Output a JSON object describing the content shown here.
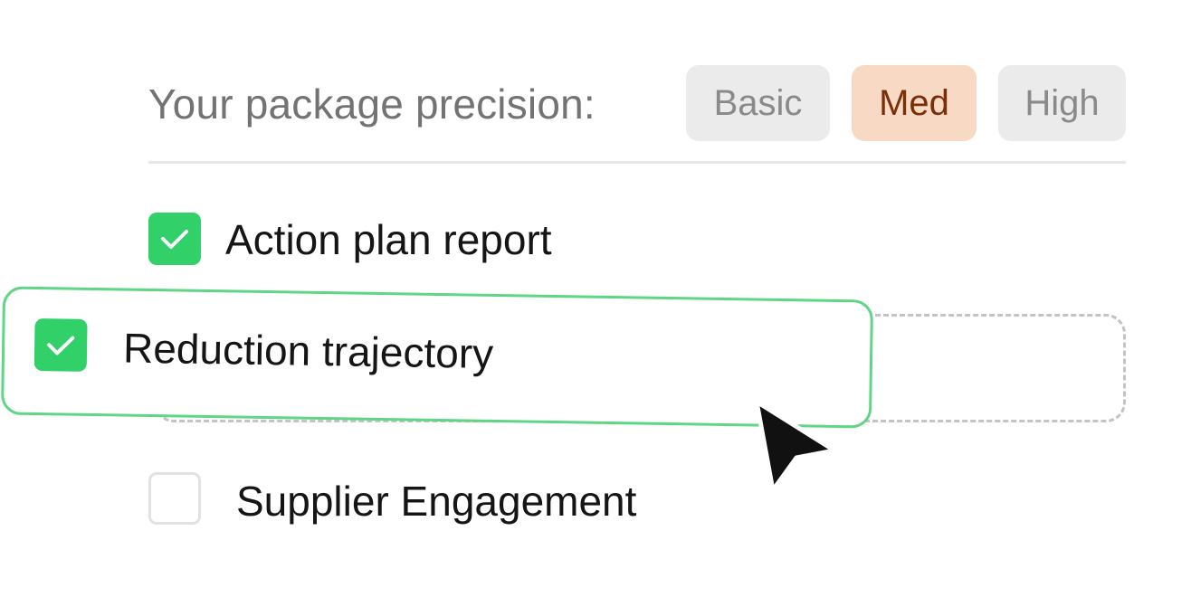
{
  "precision": {
    "label": "Your package precision:",
    "options": [
      {
        "label": "Basic",
        "selected": false
      },
      {
        "label": "Med",
        "selected": true
      },
      {
        "label": "High",
        "selected": false
      }
    ],
    "selected_color": "#f8dac4",
    "selected_text_color": "#7a2e0a"
  },
  "items": [
    {
      "label": "Action plan report",
      "checked": true
    },
    {
      "label": "Reduction trajectory",
      "checked": true,
      "state": "dragging"
    },
    {
      "label": "Supplier Engagement",
      "checked": false
    }
  ],
  "colors": {
    "check_green": "#31d069",
    "drag_border": "#5fd585"
  },
  "icons": {
    "check": "check-icon",
    "cursor": "mouse-pointer-icon"
  }
}
